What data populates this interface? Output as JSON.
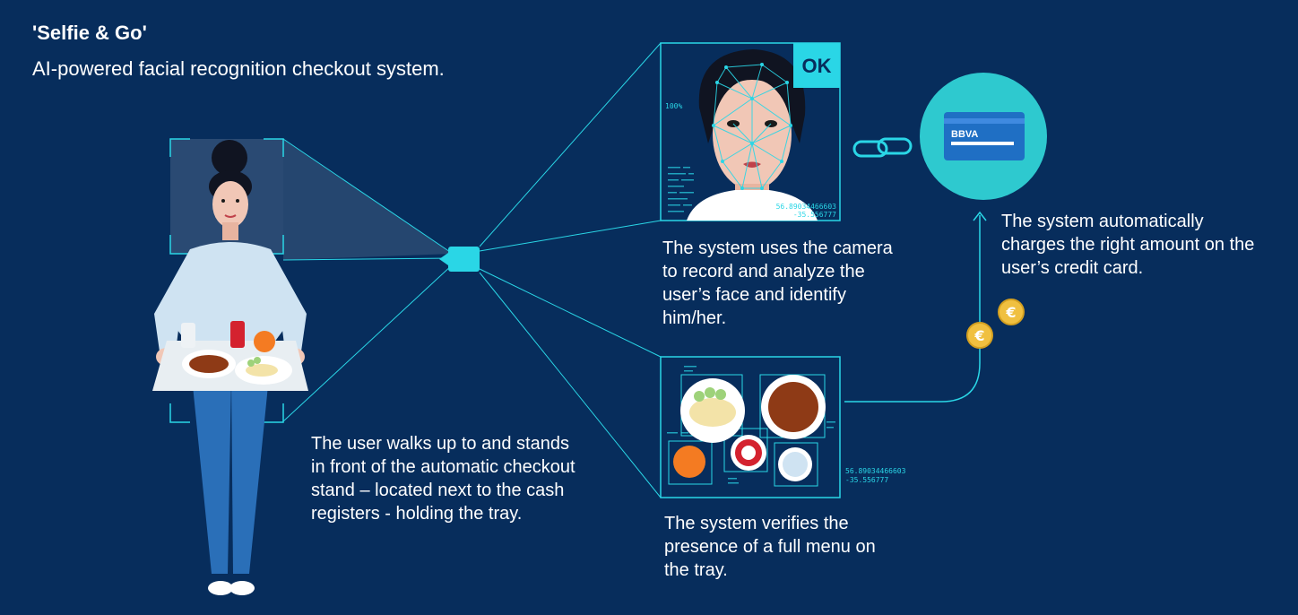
{
  "header": {
    "title": "'Selfie & Go'",
    "subtitle": "AI-powered facial recognition checkout system."
  },
  "steps": {
    "user": "The user walks up to and stands in front of the automatic checkout stand – located next to the cash registers - holding the tray.",
    "face": "The system uses the camera to record and analyze the user’s face and identify him/her.",
    "tray": "The system verifies the presence of a full menu on the tray.",
    "charge": "The system automatically charges the right amount on the user’s credit card."
  },
  "face_panel": {
    "status": "OK",
    "confidence": "100%",
    "coord_1": "56.89034466603",
    "coord_2": "-35.556777"
  },
  "tray_panel": {
    "coord_1": "56.89034466603",
    "coord_2": "-35.556777"
  },
  "card": {
    "brand": "BBVA"
  },
  "coin": {
    "symbol": "€"
  },
  "colors": {
    "background": "#072d5c",
    "accent_cyan": "#2ad6e6",
    "teal_circle": "#2ec9cf",
    "card_blue": "#1f6fc4",
    "coin_gold": "#f0c040"
  }
}
